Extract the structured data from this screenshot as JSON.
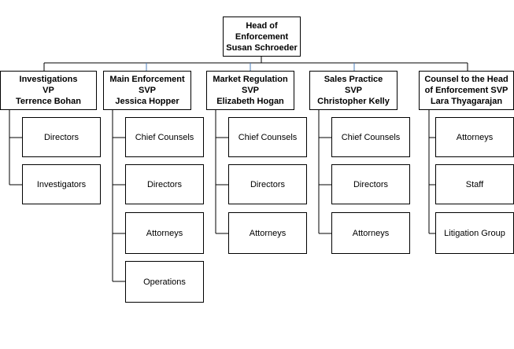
{
  "root": {
    "title": "Head of\nEnforcement",
    "name": "Susan Schroeder"
  },
  "departments": [
    {
      "title": "Investigations\nVP",
      "name": "Terrence Bohan",
      "children": [
        "Directors",
        "Investigators"
      ]
    },
    {
      "title": "Main Enforcement\nSVP",
      "name": "Jessica Hopper",
      "children": [
        "Chief Counsels",
        "Directors",
        "Attorneys",
        "Operations"
      ]
    },
    {
      "title": "Market Regulation\nSVP",
      "name": "Elizabeth Hogan",
      "children": [
        "Chief Counsels",
        "Directors",
        "Attorneys"
      ]
    },
    {
      "title": "Sales Practice\nSVP",
      "name": "Christopher  Kelly",
      "children": [
        "Chief Counsels",
        "Directors",
        "Attorneys"
      ]
    },
    {
      "title": "Counsel to the Head\nof Enforcement SVP",
      "name": "Lara Thyagarajan",
      "children": [
        "Attorneys",
        "Staff",
        "Litigation Group"
      ]
    }
  ]
}
